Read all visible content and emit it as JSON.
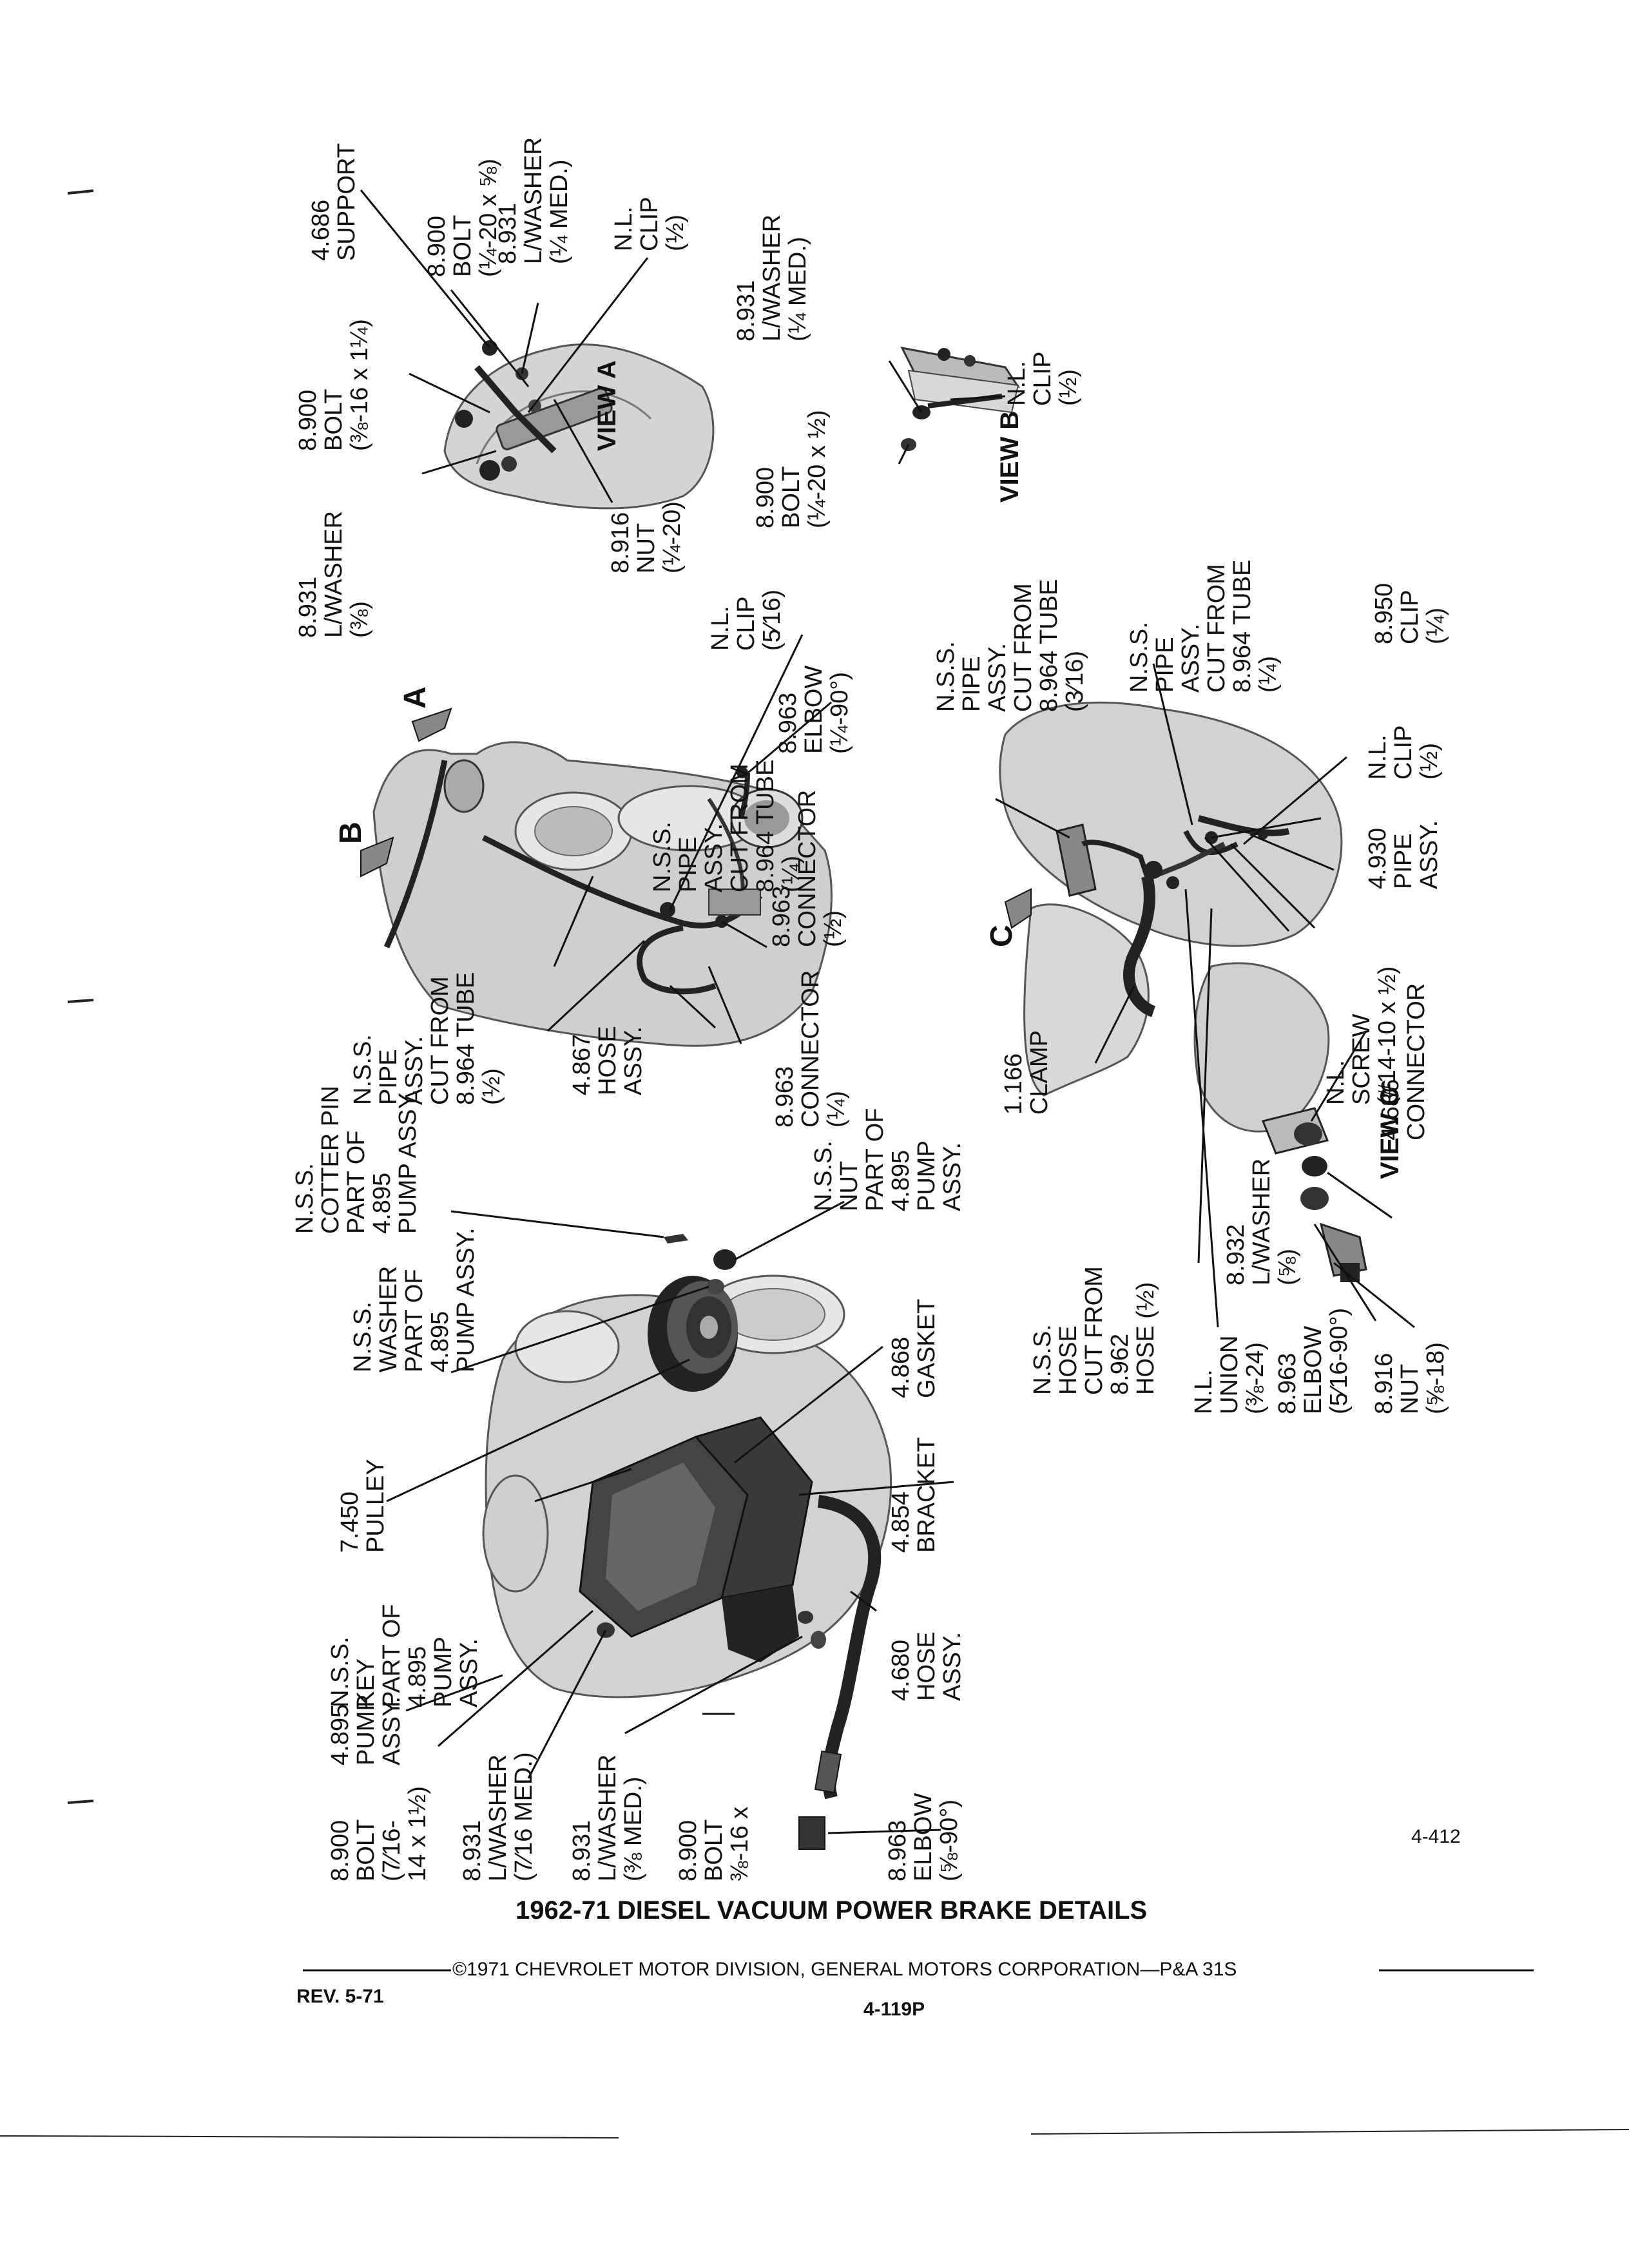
{
  "page": {
    "title": "1962-71 DIESEL VACUUM POWER BRAKE DETAILS",
    "copyright": "©1971 CHEVROLET MOTOR DIVISION, GENERAL MOTORS CORPORATION—P&A 31S",
    "revision": "REV. 5-71",
    "page_number": "4-119P",
    "figure_number": "4-412"
  },
  "view_markers": [
    "A",
    "B",
    "C"
  ],
  "view_captions": [
    "VIEW A",
    "VIEW B",
    "VIEW C"
  ],
  "labels": [
    {
      "id": "l01",
      "lines": [
        "4.686",
        "SUPPORT"
      ]
    },
    {
      "id": "l02",
      "lines": [
        "8.900",
        "BOLT",
        "(¼-20 x ⅝)"
      ]
    },
    {
      "id": "l03",
      "lines": [
        "8.931",
        "L/WASHER",
        "(¼ MED.)"
      ]
    },
    {
      "id": "l04",
      "lines": [
        "N.L.",
        "CLIP",
        "(½)"
      ]
    },
    {
      "id": "l05",
      "lines": [
        "8.900",
        "BOLT",
        "(⅜-16 x 1¼)"
      ]
    },
    {
      "id": "l06",
      "lines": [
        "8.931",
        "L/WASHER",
        "(⅜)"
      ]
    },
    {
      "id": "l07",
      "lines": [
        "8.916",
        "NUT",
        "(¼-20)"
      ]
    },
    {
      "id": "l08",
      "lines": [
        "8.931",
        "L/WASHER",
        "(¼ MED.)"
      ]
    },
    {
      "id": "l09",
      "lines": [
        "8.900",
        "BOLT",
        "(¼-20 x ½)"
      ]
    },
    {
      "id": "l10",
      "lines": [
        "N.L.",
        "CLIP",
        "(½)"
      ]
    },
    {
      "id": "l11",
      "lines": [
        "N.L.",
        "CLIP",
        "(5⁄16)"
      ]
    },
    {
      "id": "l12",
      "lines": [
        "N.S.S.",
        "PIPE",
        "ASSY.",
        "CUT FROM",
        "8.964 TUBE",
        "(¼)"
      ]
    },
    {
      "id": "l13",
      "lines": [
        "8.963",
        "ELBOW",
        "(¼-90°)"
      ]
    },
    {
      "id": "l14",
      "lines": [
        "N.S.S.",
        "PIPE",
        "ASSY.",
        "CUT FROM",
        "8.964 TUBE",
        "(3⁄16)"
      ]
    },
    {
      "id": "l15",
      "lines": [
        "N.S.S.",
        "PIPE",
        "ASSY.",
        "CUT FROM",
        "8.964 TUBE",
        "(¼)"
      ]
    },
    {
      "id": "l16",
      "lines": [
        "8.950",
        "CLIP",
        "(¼)"
      ]
    },
    {
      "id": "l17",
      "lines": [
        "N.S.S.",
        "COTTER PIN",
        "PART OF",
        "4.895",
        "PUMP ASSY."
      ]
    },
    {
      "id": "l18",
      "lines": [
        "N.S.S.",
        "PIPE",
        "ASSY.",
        "CUT FROM",
        "8.964 TUBE",
        "(½)"
      ]
    },
    {
      "id": "l19",
      "lines": [
        "4.867",
        "HOSE",
        "ASSY."
      ]
    },
    {
      "id": "l20",
      "lines": [
        "8.963",
        "CONNECTOR",
        "(¼)"
      ]
    },
    {
      "id": "l21",
      "lines": [
        "8.963",
        "CONNECTOR",
        "(½)"
      ]
    },
    {
      "id": "l22",
      "lines": [
        "N.L.",
        "CLIP",
        "(½)"
      ]
    },
    {
      "id": "l23",
      "lines": [
        "4.930",
        "PIPE",
        "ASSY."
      ]
    },
    {
      "id": "l24",
      "lines": [
        "N.L.",
        "SCREW",
        "(#14-10 x ½)"
      ]
    },
    {
      "id": "l25",
      "lines": [
        "1.166",
        "CLAMP"
      ]
    },
    {
      "id": "l26",
      "lines": [
        "4.686",
        "CONNECTOR"
      ]
    },
    {
      "id": "l27",
      "lines": [
        "N.S.S.",
        "NUT",
        "PART OF",
        "4.895",
        "PUMP",
        "ASSY."
      ]
    },
    {
      "id": "l28",
      "lines": [
        "N.S.S.",
        "WASHER",
        "PART OF",
        "4.895",
        "PUMP ASSY."
      ]
    },
    {
      "id": "l29",
      "lines": [
        "7.450",
        "PULLEY"
      ]
    },
    {
      "id": "l30",
      "lines": [
        "N.S.S.",
        "KEY",
        "PART OF",
        "4.895",
        "PUMP",
        "ASSY."
      ]
    },
    {
      "id": "l31",
      "lines": [
        "4.895",
        "PUMP",
        "ASSY."
      ]
    },
    {
      "id": "l32",
      "lines": [
        "8.900",
        "BOLT",
        "(7⁄16-",
        "14 x 1½)"
      ]
    },
    {
      "id": "l33",
      "lines": [
        "8.931",
        "L/WASHER",
        "(7⁄16 MED.)"
      ]
    },
    {
      "id": "l34",
      "lines": [
        "8.931",
        "L/WASHER",
        "(⅜ MED.)"
      ]
    },
    {
      "id": "l35",
      "lines": [
        "8.900",
        "BOLT",
        "⅜-16 x"
      ]
    },
    {
      "id": "l36",
      "lines": [
        "8.963",
        "ELBOW",
        "(⅝-90°)"
      ]
    },
    {
      "id": "l37",
      "lines": [
        "4.868",
        "GASKET"
      ]
    },
    {
      "id": "l38",
      "lines": [
        "4.854",
        "BRACKET"
      ]
    },
    {
      "id": "l39",
      "lines": [
        "4.680",
        "HOSE",
        "ASSY."
      ]
    },
    {
      "id": "l40",
      "lines": [
        "N.S.S.",
        "HOSE",
        "CUT FROM",
        "8.962",
        "HOSE (½)"
      ]
    },
    {
      "id": "l41",
      "lines": [
        "N.L.",
        "UNION",
        "(⅜-24)"
      ]
    },
    {
      "id": "l42",
      "lines": [
        "8.963",
        "ELBOW",
        "(5⁄16-90°)"
      ]
    },
    {
      "id": "l43",
      "lines": [
        "8.916",
        "NUT",
        "(⅝-18)"
      ]
    },
    {
      "id": "l44",
      "lines": [
        "8.932",
        "L/WASHER",
        "(⅝)"
      ]
    }
  ]
}
